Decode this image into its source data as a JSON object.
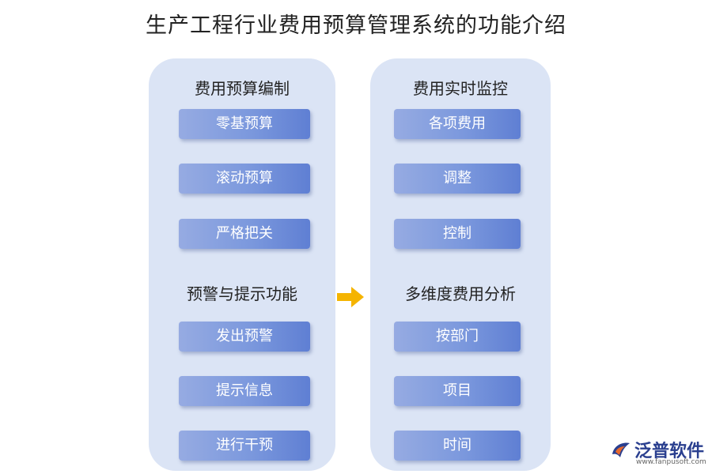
{
  "title": "生产工程行业费用预算管理系统的功能介绍",
  "left_panel": {
    "groups": [
      {
        "heading": "费用预算编制",
        "items": [
          "零基预算",
          "滚动预算",
          "严格把关"
        ]
      },
      {
        "heading": "预警与提示功能",
        "items": [
          "发出预警",
          "提示信息",
          "进行干预"
        ]
      }
    ]
  },
  "right_panel": {
    "groups": [
      {
        "heading": "费用实时监控",
        "items": [
          "各项费用",
          "调整",
          "控制"
        ]
      },
      {
        "heading": "多维度费用分析",
        "items": [
          "按部门",
          "项目",
          "时间"
        ]
      }
    ]
  },
  "connector": {
    "icon": "right-arrow-icon",
    "color": "#f5b400"
  },
  "logo": {
    "name": "泛普软件",
    "url": "www.fanpusoft.com",
    "icon": "fanpu-logo-icon"
  },
  "colors": {
    "panel_bg": "#dbe4f5",
    "pill_gradient_start": "#96abe2",
    "pill_gradient_end": "#5f7fd3"
  }
}
